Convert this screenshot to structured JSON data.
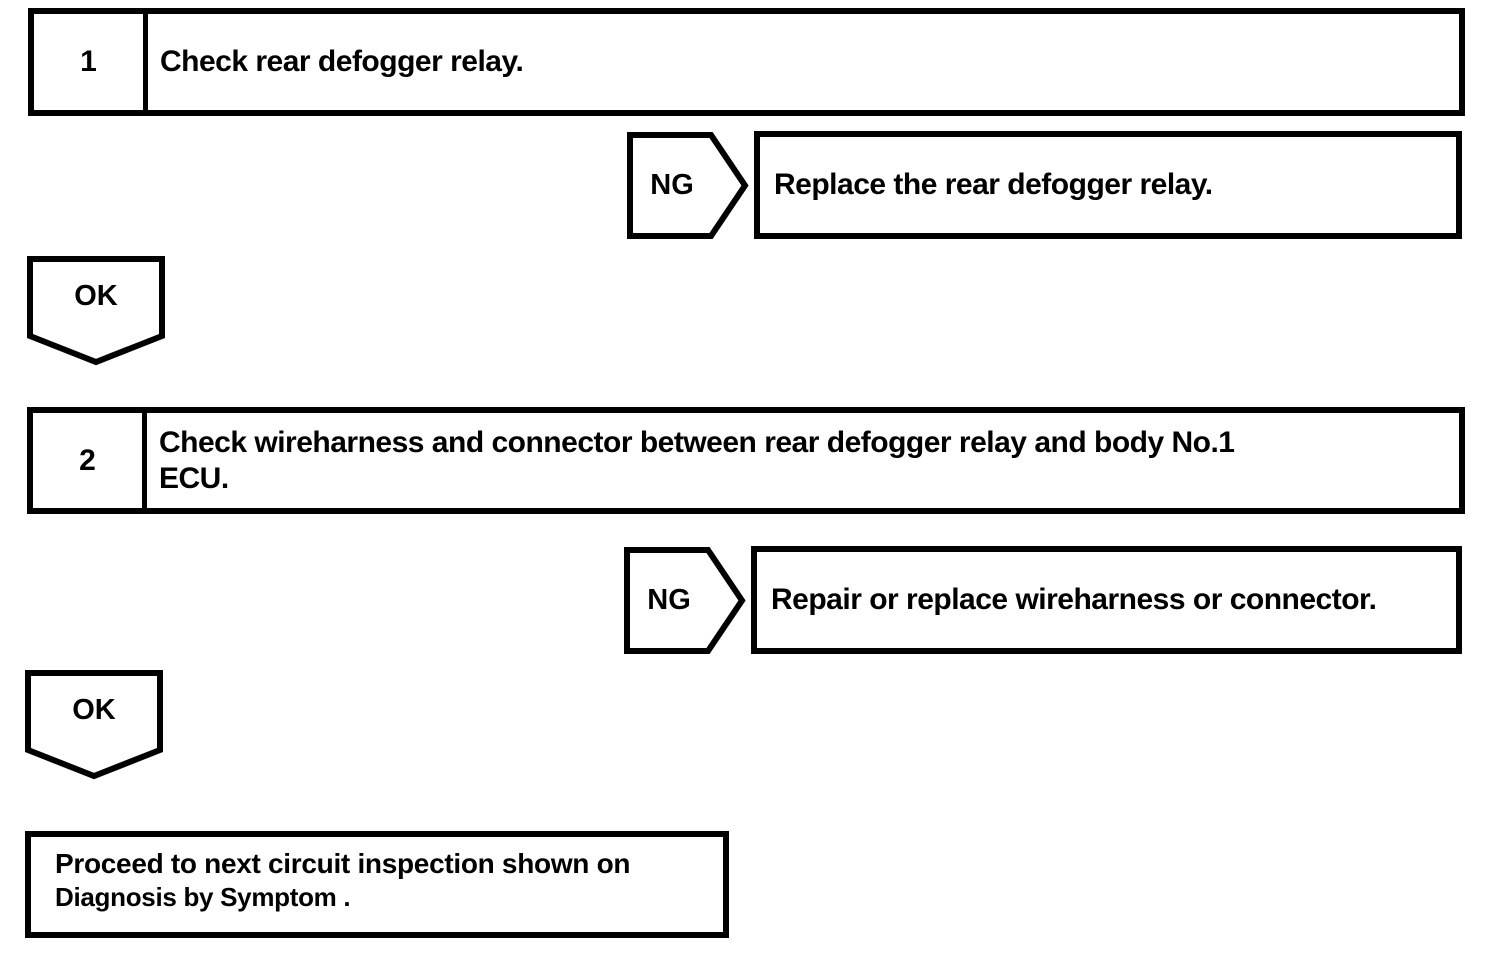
{
  "page": {
    "background_color": "#ffffff",
    "line_color": "#000000"
  },
  "flowchart": {
    "step1": {
      "number": "1",
      "instruction": "Check rear defogger relay."
    },
    "ng1": {
      "label": "NG",
      "action": "Replace the rear defogger relay."
    },
    "ok1": {
      "label": "OK"
    },
    "step2": {
      "number": "2",
      "instruction": "Check wireharness and connector between rear defogger relay and body No.1\nECU."
    },
    "ng2": {
      "label": "NG",
      "action": "Repair or replace wireharness or connector."
    },
    "ok2": {
      "label": "OK"
    },
    "final": {
      "line1": "Proceed to next circuit inspection shown on",
      "line2": "Diagnosis by Symptom ."
    }
  }
}
